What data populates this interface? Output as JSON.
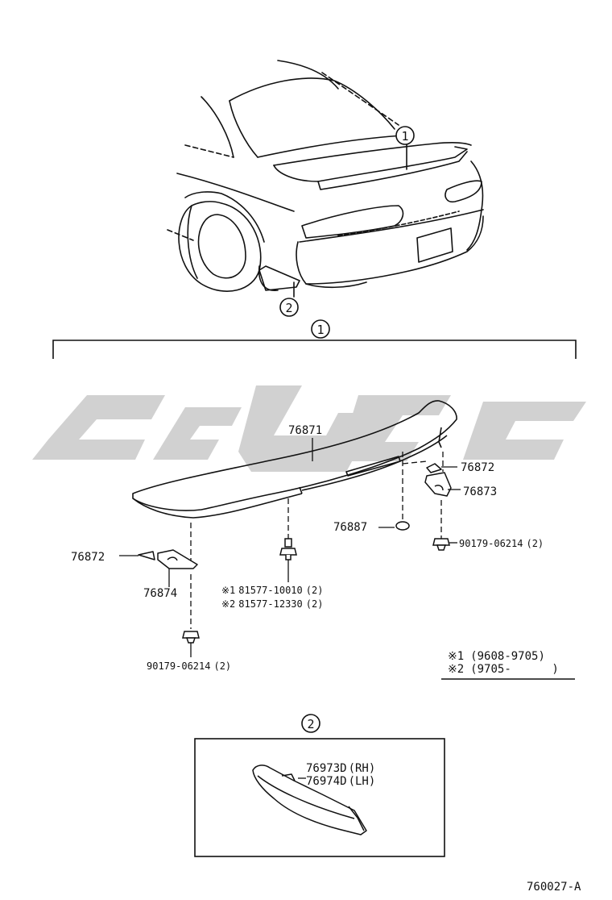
{
  "diagram": {
    "callouts": {
      "top_spoiler": "1",
      "top_mudguard": "2",
      "section1": "1",
      "section2": "2"
    },
    "parts": {
      "spoiler": "76871",
      "bracket_right": "76872",
      "bracket_right_lower": "76873",
      "bracket_left": "76872",
      "bracket_left_lower": "76874",
      "grommet": "76887",
      "nut_right": "90179-06214",
      "nut_right_qty": "(2)",
      "nut_left": "90179-06214",
      "nut_left_qty": "(2)",
      "clip_1_mark": "※1",
      "clip_1": "81577-10010",
      "clip_1_qty": "(2)",
      "clip_2_mark": "※2",
      "clip_2": "81577-12330",
      "clip_2_qty": "(2)",
      "mudguard_rh": "76973D",
      "mudguard_rh_side": "(RH)",
      "mudguard_lh": "76974D",
      "mudguard_lh_side": "(LH)"
    },
    "legend": {
      "row1_mark": "※1",
      "row1_range": "(9608-9705)",
      "row2_mark": "※2",
      "row2_range": "(9705-      )"
    },
    "drawing_code": "760027-A",
    "watermark_color": "#c8c8c8",
    "line_color": "#111111"
  }
}
